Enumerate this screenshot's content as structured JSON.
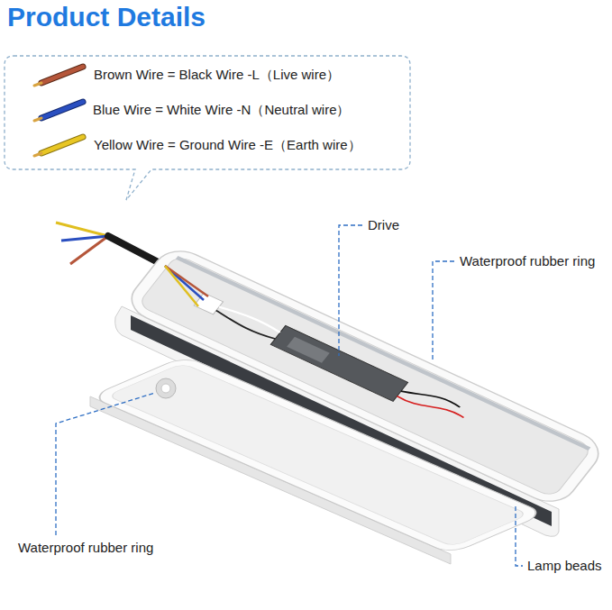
{
  "diagram": {
    "title": "Product Details",
    "labels": [
      "Drive",
      "Waterproof rubber ring",
      "Waterproof rubber ring",
      "Lamp beads"
    ],
    "legend": [
      {
        "text": "Brown Wire = Black Wire -L（Live wire）"
      },
      {
        "text": "Blue Wire = White Wire -N（Neutral wire）"
      },
      {
        "text": "Yellow Wire = Ground Wire -E（Earth wire）"
      }
    ]
  }
}
